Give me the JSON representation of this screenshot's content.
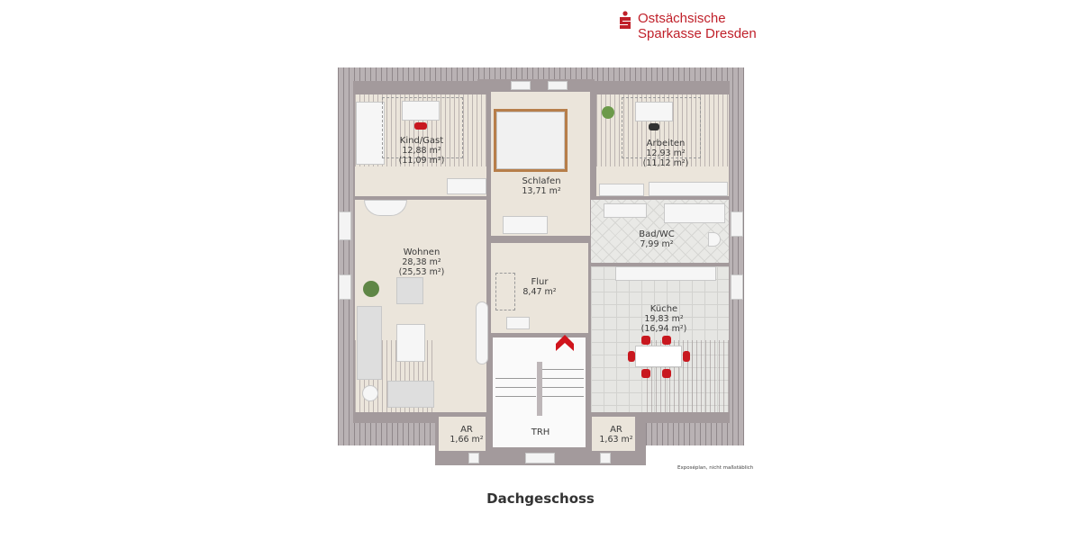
{
  "brand": {
    "name_line1": "Ostsächsische",
    "name_line2": "Sparkasse Dresden",
    "color": "#c0202a",
    "icon": "sparkasse-s-logo"
  },
  "floor_title": "Dachgeschoss",
  "footnote": "Exposéplan, nicht maßstäblich",
  "rooms": [
    {
      "name": "Kind/Gast",
      "area": "12,88 m²",
      "area_reduced": "(11,09 m²)"
    },
    {
      "name": "Schlafen",
      "area": "13,71 m²"
    },
    {
      "name": "Arbeiten",
      "area": "12,93 m²",
      "area_reduced": "(11,12 m²)"
    },
    {
      "name": "Bad/WC",
      "area": "7,99 m²"
    },
    {
      "name": "Wohnen",
      "area": "28,38 m²",
      "area_reduced": "(25,53 m²)"
    },
    {
      "name": "Flur",
      "area": "8,47 m²"
    },
    {
      "name": "Küche",
      "area": "19,83 m²",
      "area_reduced": "(16,94 m²)"
    },
    {
      "name": "AR",
      "area": "1,66 m²"
    },
    {
      "name": "TRH"
    },
    {
      "name": "AR",
      "area": "1,63 m²"
    }
  ],
  "colors": {
    "wall": "#a39a9c",
    "floor": "#ebe5db",
    "entrance_marker": "#d0141c",
    "chairs": "#c8181f"
  }
}
